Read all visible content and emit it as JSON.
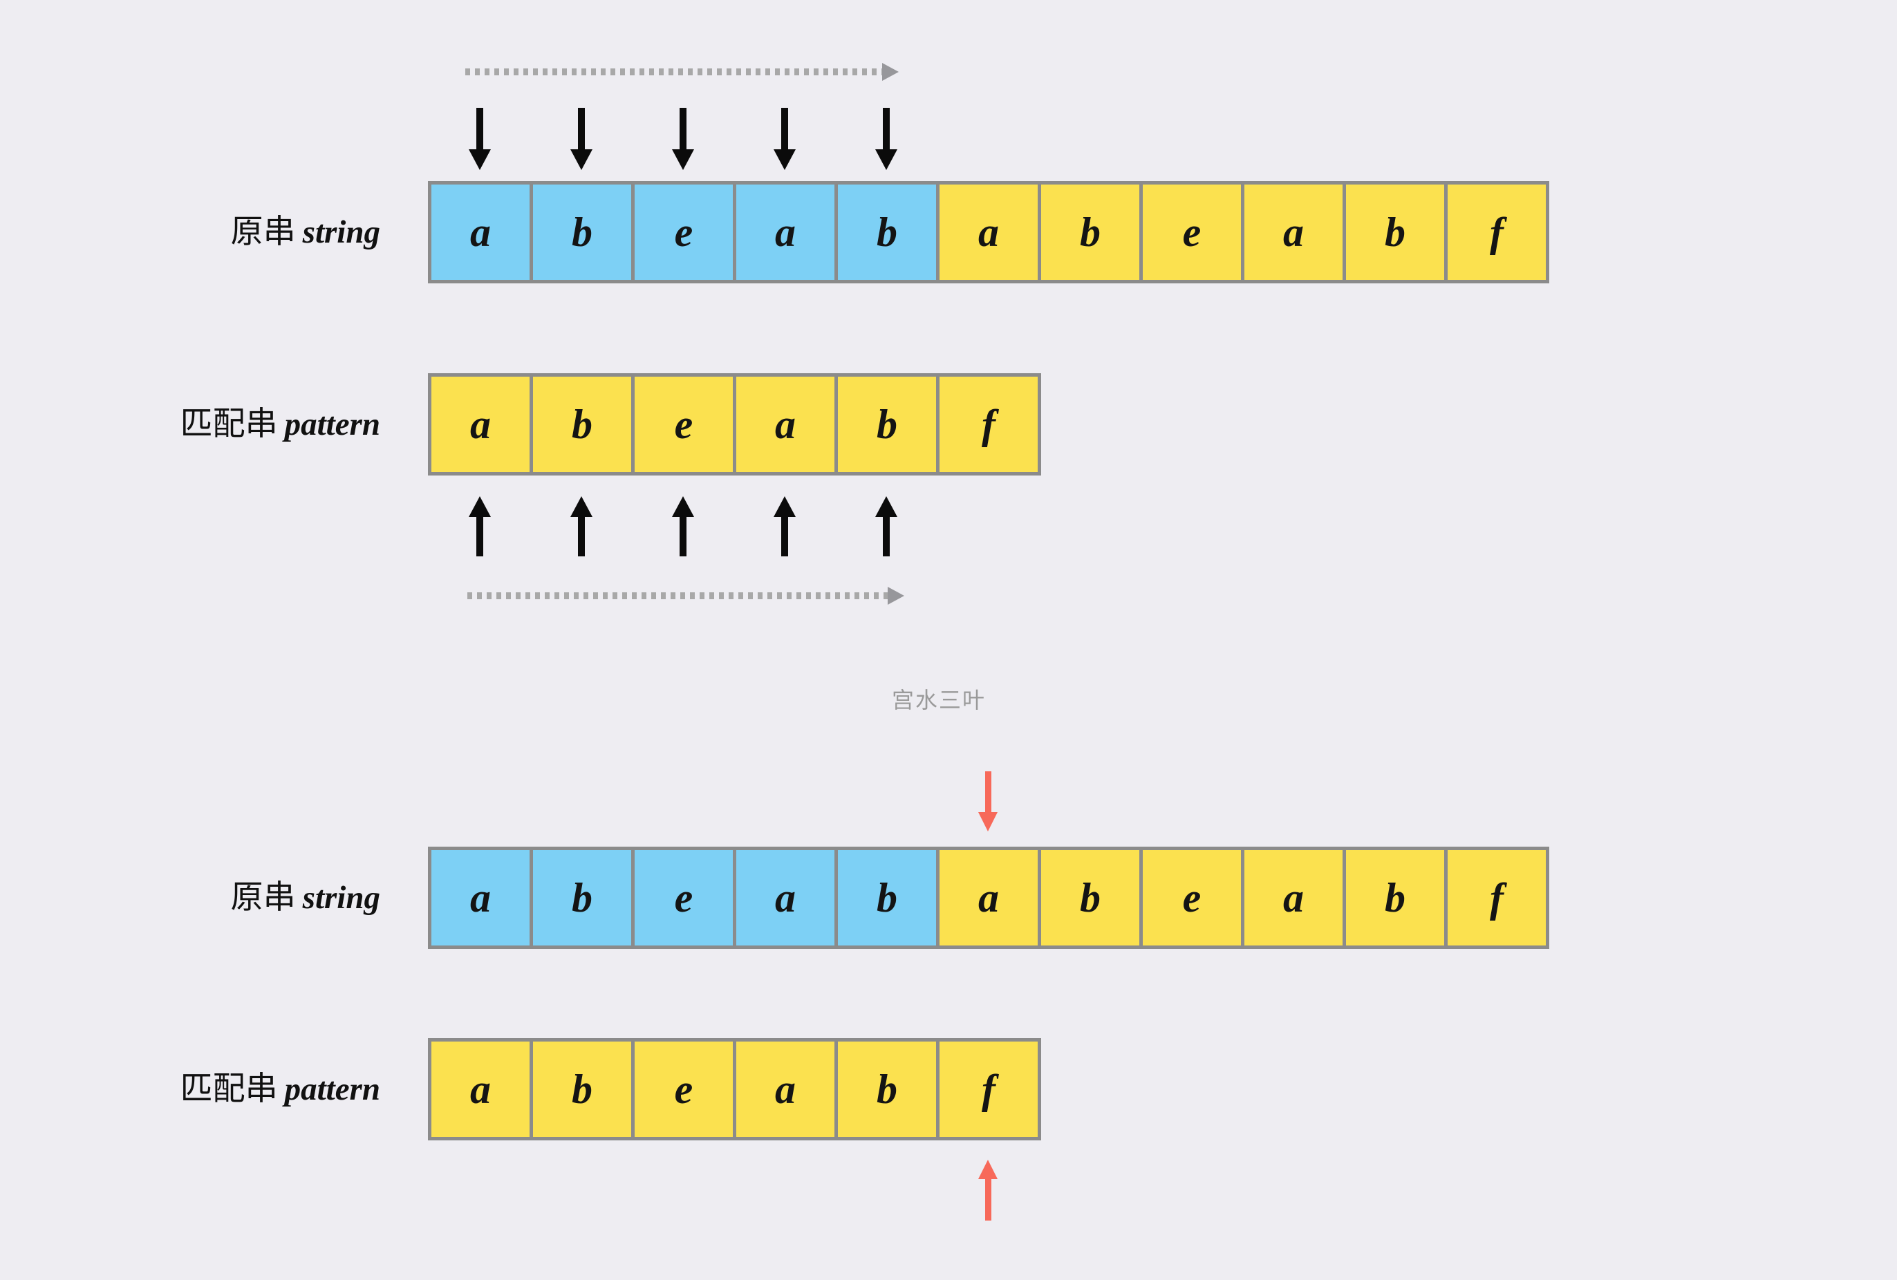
{
  "watermark": "宫水三叶",
  "colors": {
    "background": "#EEEDF2",
    "cell_scanned_blue": "#7DD0F5",
    "cell_rest_yellow": "#FBE14F",
    "grid_border_gray": "#8B8B8B",
    "arrow_black": "#0B0B0B",
    "arrow_red": "#F7695A",
    "dotted_arrow_gray": "#A8A8A8",
    "watermark_gray": "#9A9A9A"
  },
  "icons": {
    "scan_direction": "dotted-right-arrow",
    "string_pointers": "black-down-arrow",
    "pattern_pointers": "black-up-arrow",
    "string_mismatch_pointer": "red-down-arrow",
    "pattern_mismatch_pointer": "red-up-arrow"
  },
  "top_diagram": {
    "string_row": {
      "label_cn": "原串",
      "label_en": "string",
      "scanned_count": 5,
      "cells": [
        "a",
        "b",
        "e",
        "a",
        "b",
        "a",
        "b",
        "e",
        "a",
        "b",
        "f"
      ]
    },
    "pattern_row": {
      "label_cn": "匹配串",
      "label_en": "pattern",
      "cells": [
        "a",
        "b",
        "e",
        "a",
        "b",
        "f"
      ]
    }
  },
  "bottom_diagram": {
    "string_row": {
      "label_cn": "原串",
      "label_en": "string",
      "scanned_count": 5,
      "mismatch_index": 5,
      "cells": [
        "a",
        "b",
        "e",
        "a",
        "b",
        "a",
        "b",
        "e",
        "a",
        "b",
        "f"
      ]
    },
    "pattern_row": {
      "label_cn": "匹配串",
      "label_en": "pattern",
      "mismatch_index": 5,
      "cells": [
        "a",
        "b",
        "e",
        "a",
        "b",
        "f"
      ]
    }
  }
}
